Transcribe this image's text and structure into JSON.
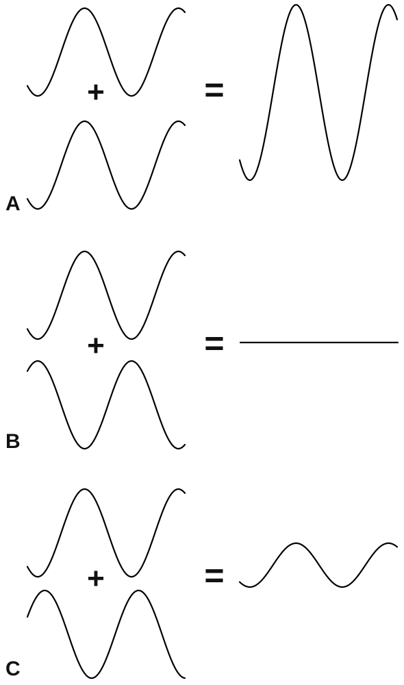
{
  "figure": {
    "stroke_color": "#000000",
    "text_color": "#111111",
    "panels": [
      {
        "label": "A",
        "plus": "+",
        "equals": "=",
        "wave1": {
          "amplitude": 1,
          "phase": "in-phase"
        },
        "wave2": {
          "amplitude": 1,
          "phase": "in-phase"
        },
        "result": {
          "amplitude": 2
        }
      },
      {
        "label": "B",
        "plus": "+",
        "equals": "=",
        "wave1": {
          "amplitude": 1,
          "phase": "in-phase"
        },
        "wave2": {
          "amplitude": 1,
          "phase": "inverted"
        },
        "result": {
          "amplitude": 0
        }
      },
      {
        "label": "C",
        "plus": "+",
        "equals": "=",
        "wave1": {
          "amplitude": 1,
          "phase": "in-phase"
        },
        "wave2": {
          "amplitude": 1,
          "phase": "shifted"
        },
        "result": {
          "amplitude": 0.5
        }
      }
    ]
  }
}
